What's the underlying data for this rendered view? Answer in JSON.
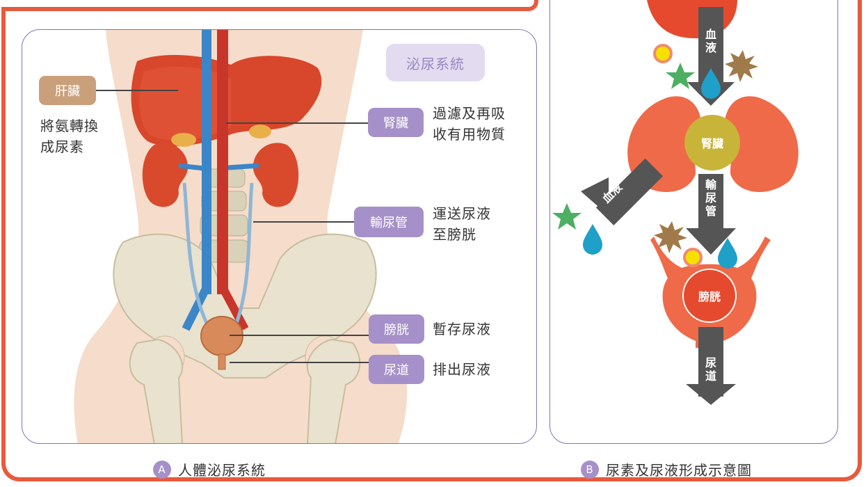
{
  "panel_a": {
    "title": "泌尿系統",
    "liver": {
      "label": "肝臟",
      "desc_lines": [
        "將氨轉換",
        "成尿素"
      ]
    },
    "kidney": {
      "label": "腎臟",
      "desc_lines": [
        "過濾及再吸",
        "收有用物質"
      ]
    },
    "ureter": {
      "label": "輸尿管",
      "desc_lines": [
        "運送尿液",
        "至膀胱"
      ]
    },
    "bladder": {
      "label": "膀胱",
      "desc": "暫存尿液"
    },
    "urethra": {
      "label": "尿道",
      "desc": "排出尿液"
    },
    "caption_marker": "A",
    "caption": "人體泌尿系統"
  },
  "panel_b": {
    "blood_arrow": "血液",
    "kidney_label": "腎臟",
    "return_arrow": "血液",
    "ureter_arrow": "輸尿管",
    "bladder_label": "膀胱",
    "urethra_arrow": "尿道",
    "caption_marker": "B",
    "caption": "尿素及尿液形成示意圖"
  },
  "colors": {
    "frame": "#e85a3c",
    "panel_border": "#7d74b8",
    "tag_purple": "#a690c9",
    "tag_liver": "#c9a07a",
    "organ_red": "#e64a2e",
    "kidney_label_bg": "#c9b43a",
    "arrow_gray": "#555555",
    "water": "#1ea0c8",
    "star": "#4caf62",
    "urea": "#a07a4a",
    "particle": "#f5e000"
  }
}
